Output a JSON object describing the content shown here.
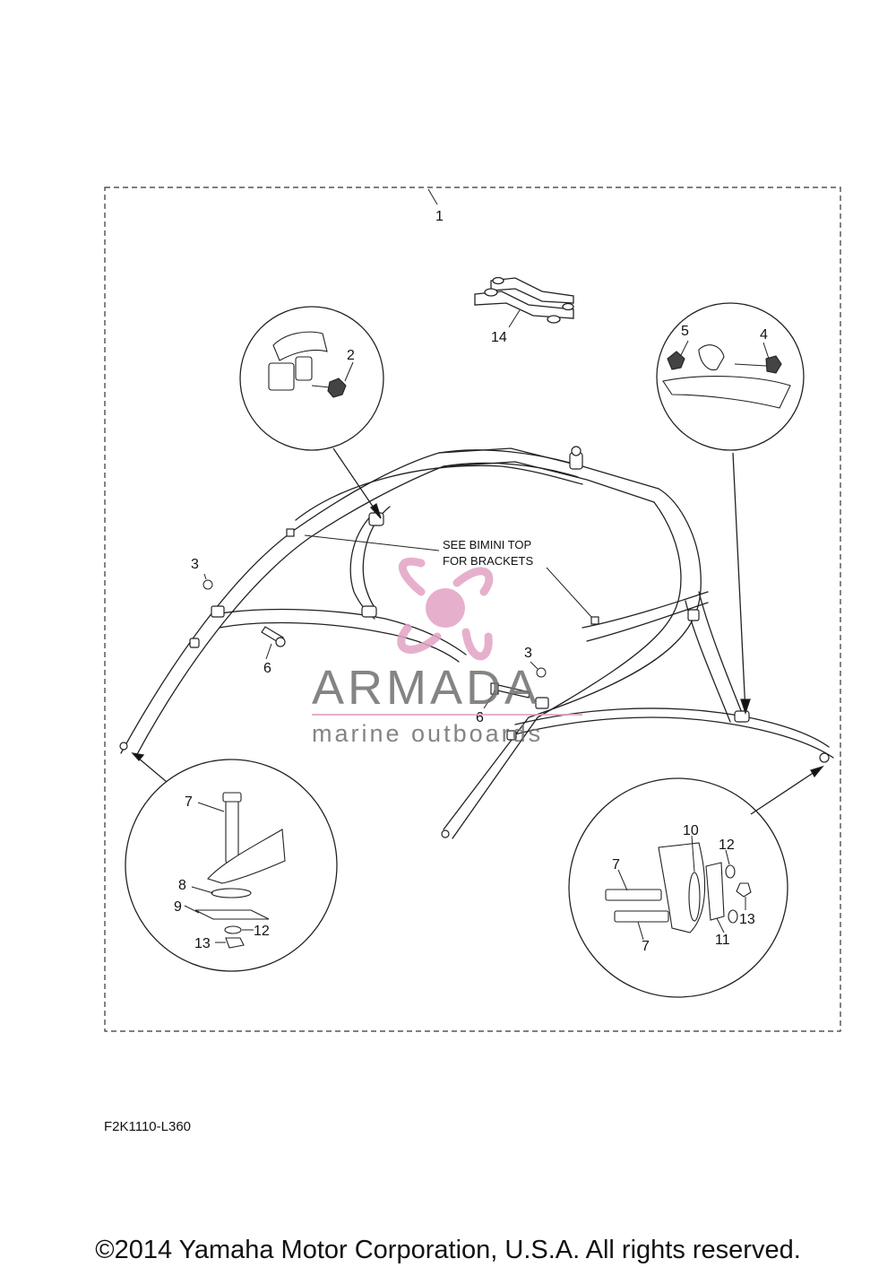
{
  "diagram": {
    "callouts": {
      "c1": "1",
      "c2": "2",
      "c3a": "3",
      "c3b": "3",
      "c4": "4",
      "c5": "5",
      "c6a": "6",
      "c6b": "6",
      "c7a": "7",
      "c7b": "7",
      "c7c": "7",
      "c8": "8",
      "c9": "9",
      "c10": "10",
      "c11": "11",
      "c12a": "12",
      "c12b": "12",
      "c13a": "13",
      "c13b": "13",
      "c14": "14"
    },
    "note_line1": "SEE BIMINI TOP",
    "note_line2": "FOR BRACKETS"
  },
  "watermark": {
    "title": "ARMADA",
    "subtitle": "marine outboards",
    "color_pink": "#e2a3c4",
    "color_gray": "#6f6f6f"
  },
  "footer": {
    "code": "F2K1110-L360",
    "copyright": "©2014 Yamaha Motor Corporation, U.S.A. All rights reserved."
  }
}
